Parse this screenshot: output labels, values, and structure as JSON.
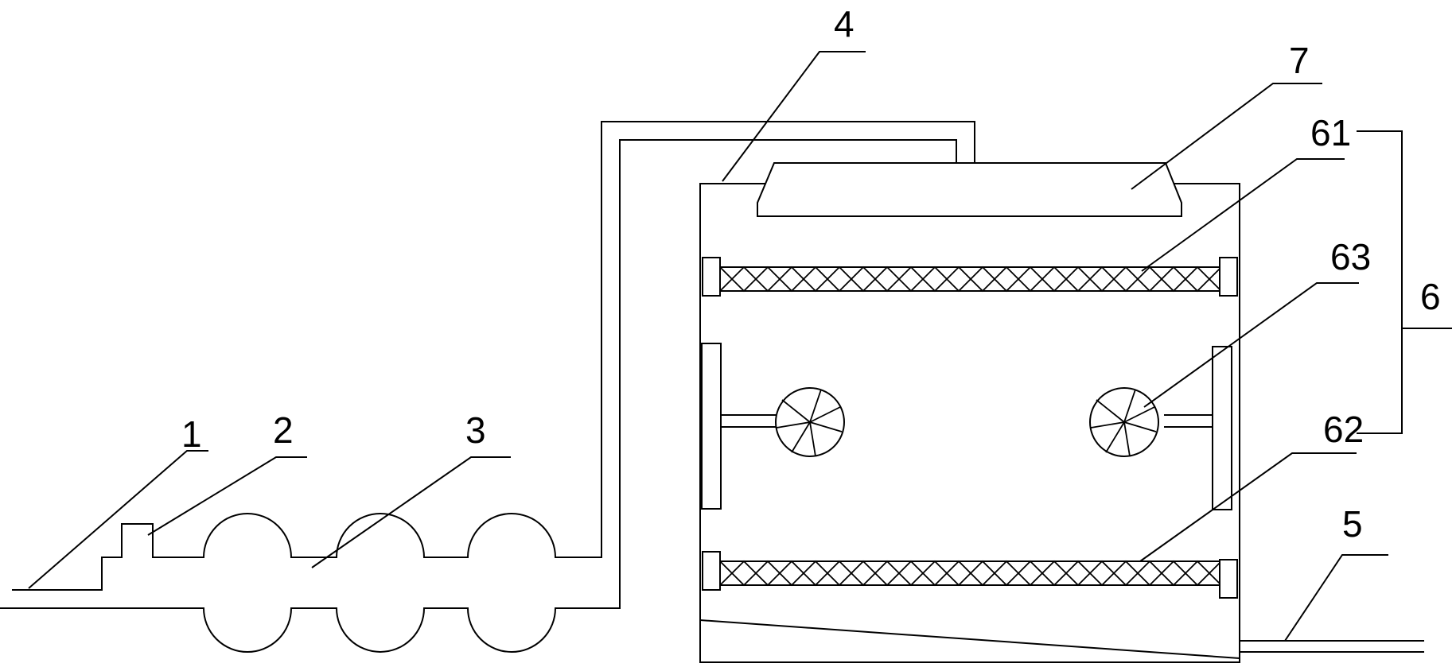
{
  "labels": {
    "l1": "1",
    "l2": "2",
    "l3": "3",
    "l4": "4",
    "l5": "5",
    "l6": "6",
    "l7": "7",
    "l61": "61",
    "l62": "62",
    "l63": "63"
  }
}
